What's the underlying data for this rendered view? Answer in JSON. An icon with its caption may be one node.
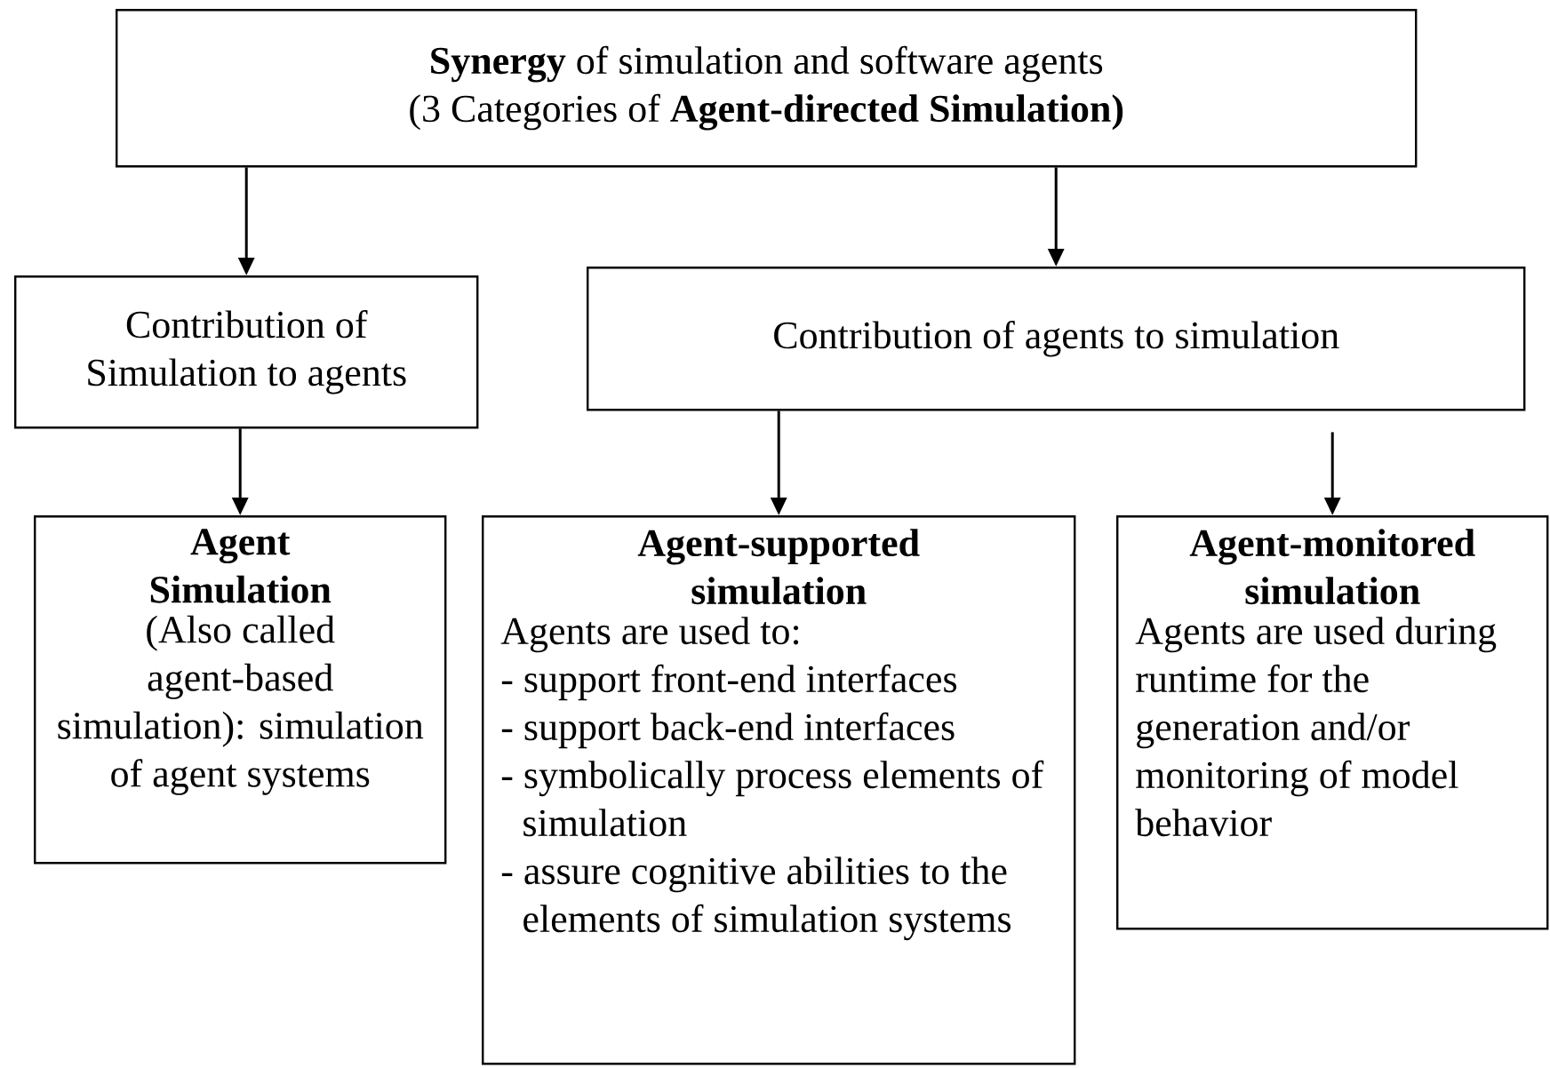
{
  "diagram": {
    "nodes": [
      {
        "text": [
          "**Synergy** of simulation and software agents",
          "(3 Categories of **Agent-directed Simulation)**"
        ]
      },
      {
        "text": [
          "Contribution of Simulation to agents"
        ]
      },
      {
        "text": [
          "Contribution of agents to simulation"
        ]
      },
      {
        "text": [
          "Agent Simulation",
          "(Also called agent-based simulation): simulation of agent systems"
        ]
      },
      {
        "text": [
          "Agent-supported simulation",
          "Agents are used to:",
          "- support front-end interfaces",
          "- support back-end interfaces",
          "- symbolically process elements of simulation",
          "- assure cognitive abilities to the elements of simulation systems"
        ]
      },
      {
        "text": [
          "Agent-monitored simulation",
          "Agents are used during runtime for the generation and/or monitoring of model behavior"
        ]
      }
    ],
    "edges": [
      {
        "from": 0,
        "to": 1,
        "arrow": "to"
      },
      {
        "from": 0,
        "to": 2,
        "arrow": "to"
      },
      {
        "from": 1,
        "to": 3,
        "arrow": "to"
      },
      {
        "from": 2,
        "to": 4,
        "arrow": "to"
      },
      {
        "from": 2,
        "to": 5,
        "arrow": "to"
      }
    ]
  }
}
